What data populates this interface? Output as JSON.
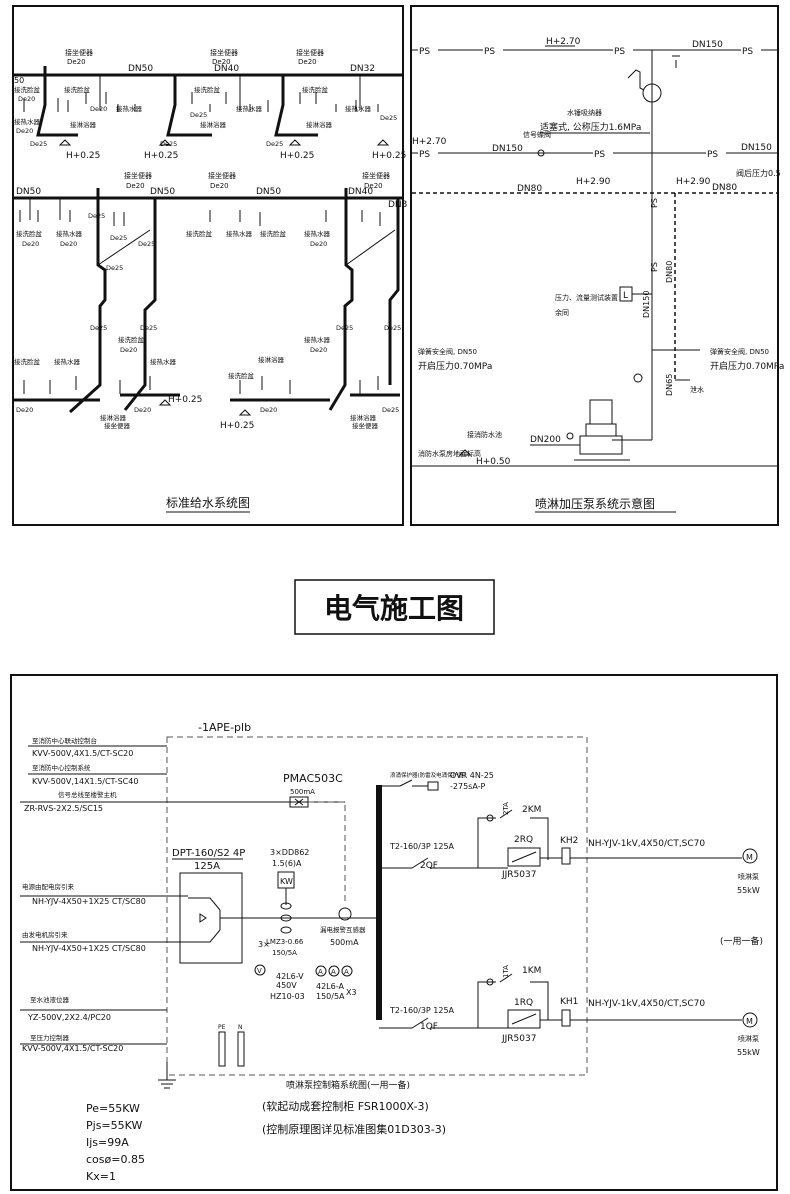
{
  "section_title": "电气施工图",
  "water_system": {
    "caption": "标准给水系统图",
    "row1": {
      "pipe_labels": [
        "DN50",
        "DN40",
        "DN32"
      ],
      "top_fixtures": [
        "接坐便器",
        "接坐便器",
        "接坐便器"
      ],
      "sizes": [
        "De20",
        "De20",
        "De20",
        "De20",
        "De20",
        "De20"
      ],
      "fixture_labels": [
        "接洗脸盆",
        "接热水器",
        "接洗脸盆",
        "接热水器",
        "接洗脸盆",
        "接热水器"
      ],
      "left_labels": [
        "接洗脸盆",
        "接热水器"
      ],
      "bath_labels": [
        "接淋浴器",
        "接淋浴器",
        "接淋浴器"
      ],
      "riser_sizes": [
        "De25",
        "De25",
        "De25",
        "De25",
        "De25"
      ],
      "elevations": [
        "H+0.25",
        "H+0.25",
        "H+0.25",
        "H+0.25"
      ],
      "left_dn": "50"
    },
    "row2": {
      "pipe_labels": [
        "DN50",
        "DN50",
        "DN50",
        "DN40",
        "DN3"
      ],
      "top_fixtures": [
        "接坐便器",
        "接坐便器",
        "接坐便器"
      ],
      "sizes": [
        "De20",
        "De20",
        "De20",
        "De20",
        "De20",
        "De20"
      ],
      "fixture_labels": [
        "接洗脸盆",
        "接热水器",
        "接洗脸盆",
        "接热水器",
        "接洗脸盆",
        "接热水器"
      ],
      "riser_sizes": [
        "De25",
        "De25",
        "De25",
        "De25",
        "De25",
        "De25",
        "De25",
        "De25"
      ]
    },
    "row3": {
      "fixture_labels": [
        "接洗脸盆",
        "接热水器",
        "接洗脸盆",
        "接热水器",
        "接洗脸盆",
        "接热水器",
        "接淋浴器",
        "接淋浴器",
        "接淋浴器"
      ],
      "top_fixtures": [
        "接坐便器",
        "接坐便器"
      ],
      "sizes": [
        "De20",
        "De20",
        "De20",
        "De20",
        "De20",
        "De25"
      ],
      "elevations": [
        "H+0.25",
        "H+0.25"
      ]
    }
  },
  "pump_system": {
    "caption": "喷淋加压泵系统示意图",
    "ps": "PS",
    "labels": {
      "h270_top": "H+2.70",
      "dn150_top": "DN150",
      "tank_label": "水锤吸纳器",
      "tank_pressure": "适塞式, 公称压力1.6MPa",
      "h270_mid": "H+2.70",
      "signal_valve": "信号蝶阀",
      "dn150_mid": "DN150",
      "dn150_right": "DN150",
      "dn80_left": "DN80",
      "h290_left": "H+2.90",
      "h290_right": "H+2.90",
      "dn80_right": "DN80",
      "relief_right": "阀后压力0.5",
      "dn80_vert": "DN80",
      "dn150_vert": "DN150",
      "pressure_device": "压力、流量测试装置",
      "rest": "余同",
      "safety_left": "弹簧安全阀, DN50",
      "open_left": "开启压力0.70MPa",
      "safety_right": "弹簧安全阀, DN50",
      "open_right": "开启压力0.70MPa",
      "dn65": "DN65",
      "drain": "泄水",
      "dn200": "DN200",
      "fire_pool": "接消防水池",
      "pump_room": "消防水泵房地面标高",
      "h050": "H+0.50",
      "gauge_letter": "L"
    }
  },
  "electrical": {
    "panel_id": "-1APE-plb",
    "left_feeds": [
      {
        "title": "至消防中心联动控制台",
        "cable": "KVV-500V,4X1.5/CT-SC20"
      },
      {
        "title": "至消防中心控制系统",
        "cable": "KVV-500V,14X1.5/CT-SC40"
      },
      {
        "title": "信号总线至楼警主机",
        "cable": "ZR-RVS-2X2.5/SC15"
      }
    ],
    "pmac": {
      "model": "PMAC503C",
      "current": "500mA"
    },
    "breaker": {
      "model": "DPT-160/S2  4P",
      "rating": "125A"
    },
    "meter": {
      "label": "3×DD862",
      "rating": "1.5(6)A",
      "kw": "KW"
    },
    "supply_main": {
      "title": "电源由配电房引来",
      "cable": "NH-YJV-4X50+1X25  CT/SC80"
    },
    "supply_gen": {
      "title": "由发电机房引来",
      "cable": "NH-YJV-4X50+1X25  CT/SC80"
    },
    "ct": {
      "count": "3×",
      "model": "LMZ3-0.66",
      "ratio": "150/5A"
    },
    "leak_sensor": {
      "title": "漏电报警互感器",
      "current": "500mA"
    },
    "voltmeter": {
      "symbol": "V",
      "model": "42L6-V",
      "voltage": "450V",
      "switch": "HZ10-03"
    },
    "ammeter": {
      "symbol": "A",
      "model": "42L6-A",
      "ratio": "150/5A",
      "count": "X3"
    },
    "water_level": {
      "title": "至水池液位器",
      "cable": "YZ-500V,2X2.4/PC20"
    },
    "pressure_ctl": {
      "title": "至压力控制器",
      "cable": "KVV-500V,4X1.5/CT-SC20"
    },
    "pe_n": {
      "pe": "PE",
      "n": "N"
    },
    "surge": {
      "title": "浪涌保护器(防雷及电涌保护器)",
      "model": "OVR 4N-25",
      "spec": "-275sA-P"
    },
    "branch2": {
      "breaker": "T2-160/3P  125A",
      "qf": "2QF",
      "fuse": "2TA",
      "contactor": "2KM",
      "soft_starter": "2RQ",
      "relay": "KH2",
      "model": "JJR5037",
      "cable": "NH-YJV-1kV,4X50/CT,SC70",
      "motor": "M",
      "load": "喷淋泵",
      "power": "55kW"
    },
    "branch1": {
      "breaker": "T2-160/3P  125A",
      "qf": "1QF",
      "fuse": "1TA",
      "contactor": "1KM",
      "soft_starter": "1RQ",
      "relay": "KH1",
      "model": "JJR5037",
      "cable": "NH-YJV-1kV,4X50/CT,SC70",
      "motor": "M",
      "load": "喷淋泵",
      "power": "55kW"
    },
    "duty": "(一用一备)",
    "system_title": "喷淋泵控制箱系统图(一用一备)",
    "cabinet": "(软起动成套控制柜 FSR1000X-3)",
    "reference": "(控制原理图详见标准图集01D303-3)",
    "params": [
      "Pe=55KW",
      "Pjs=55KW",
      "Ijs=99A",
      "cosø=0.85",
      "Kx=1"
    ]
  }
}
